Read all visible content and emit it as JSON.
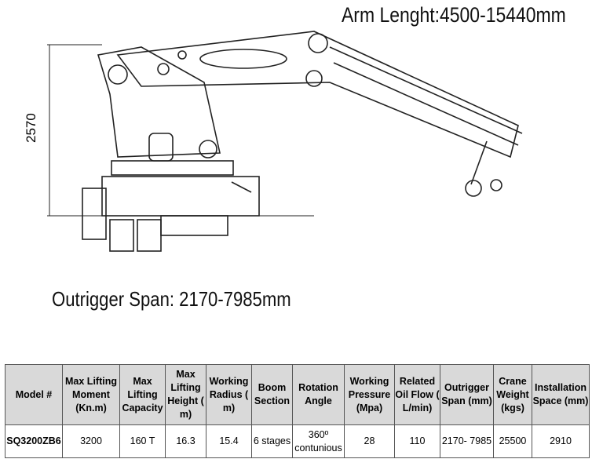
{
  "drawing": {
    "arm_length_label": "Arm Lenght:4500-15440mm",
    "outrigger_span_label": "Outrigger Span: 2170-7985mm",
    "height_dimension": "2570"
  },
  "table": {
    "headers": [
      "Model #",
      "Max Lifting Moment (Kn.m)",
      "Max Lifting Capacity",
      "Max Lifting Height ( m)",
      "Working Radius ( m)",
      "Boom Section",
      "Rotation Angle",
      "Working Pressure (Mpa)",
      "Related Oil Flow ( L/min)",
      "Outrigger Span (mm)",
      "Crane Weight (kgs)",
      "Installation Space (mm)"
    ],
    "row": [
      "SQ3200ZB6",
      "3200",
      "160 T",
      "16.3",
      "15.4",
      "6 stages",
      "360º contunious",
      "28",
      "110",
      "2170- 7985",
      "25500",
      "2910"
    ]
  }
}
